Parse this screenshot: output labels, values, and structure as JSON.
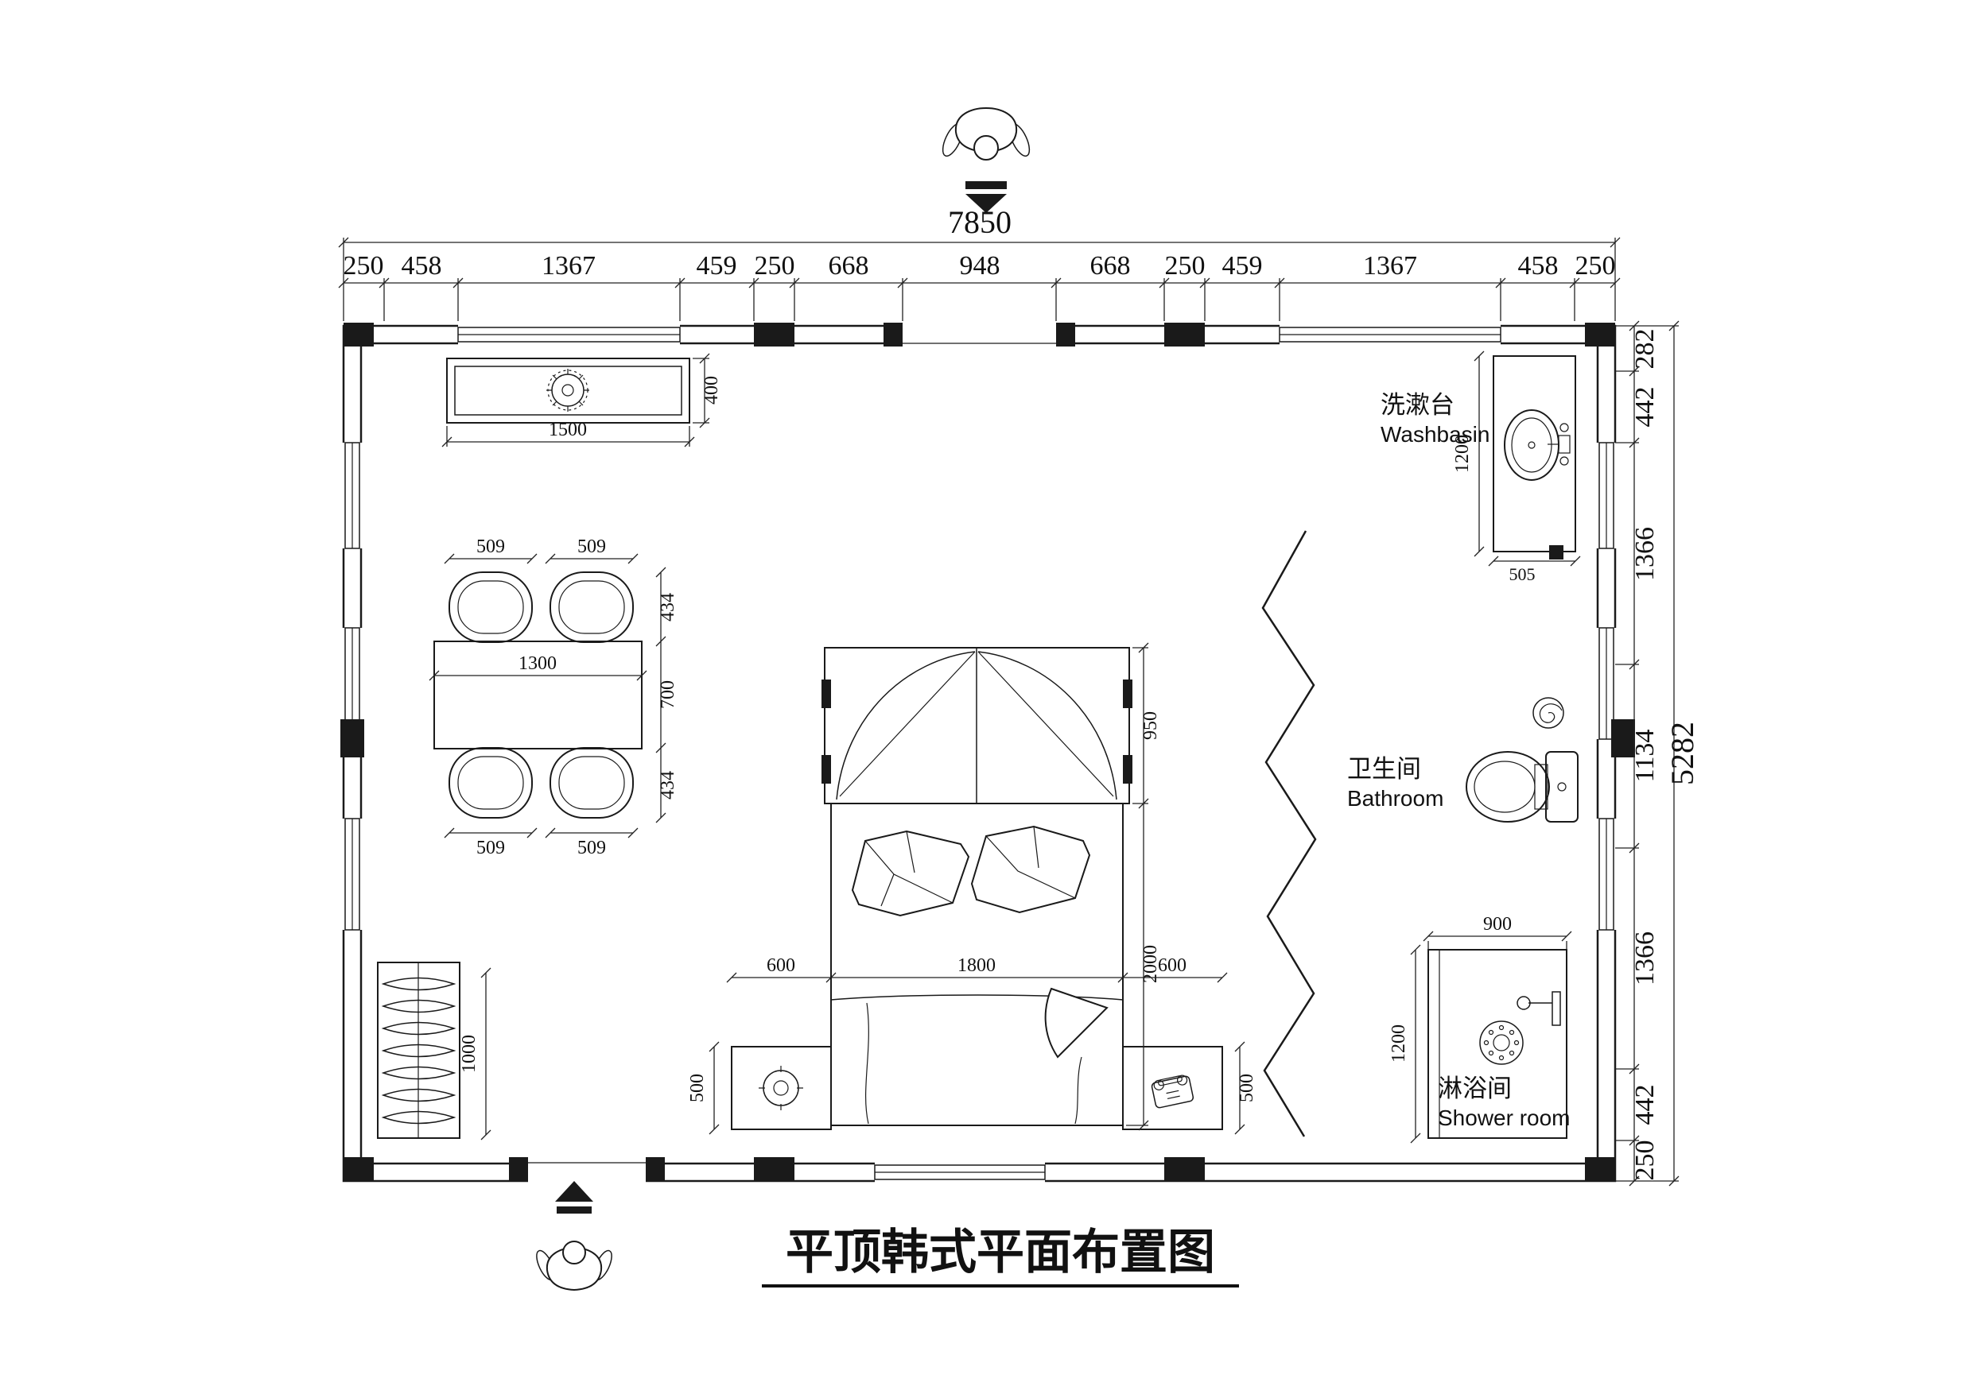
{
  "title": "平顶韩式平面布置图",
  "colors": {
    "line": "#1a1a1a",
    "background": "#ffffff"
  },
  "dimensions": {
    "top_total": "7850",
    "top_segments": [
      "250",
      "458",
      "1367",
      "459",
      "250",
      "668",
      "948",
      "668",
      "250",
      "459",
      "1367",
      "458",
      "250"
    ],
    "right_total": "5282",
    "right_segments": [
      "282",
      "442",
      "1366",
      "1134",
      "1366",
      "442",
      "250"
    ]
  },
  "rooms": {
    "washbasin": {
      "cn": "洗漱台",
      "en": "Washbasin"
    },
    "bathroom": {
      "cn": "卫生间",
      "en": "Bathroom"
    },
    "shower": {
      "cn": "淋浴间",
      "en": "Shower room"
    }
  },
  "furniture_dimensions": {
    "ceiling_lamp_width": "1500",
    "ceiling_lamp_depth": "400",
    "chair_width": "509",
    "chair_depth": "434",
    "table_width": "1300",
    "table_depth": "700",
    "bed_width": "1800",
    "bed_length": "2000",
    "canopy_depth": "950",
    "nightstand_width": "600",
    "nightstand_depth": "500",
    "wardrobe_length": "1000",
    "washbasin_counter_depth": "1200",
    "washbasin_counter_width": "505",
    "shower_width": "900",
    "shower_depth": "1200"
  }
}
